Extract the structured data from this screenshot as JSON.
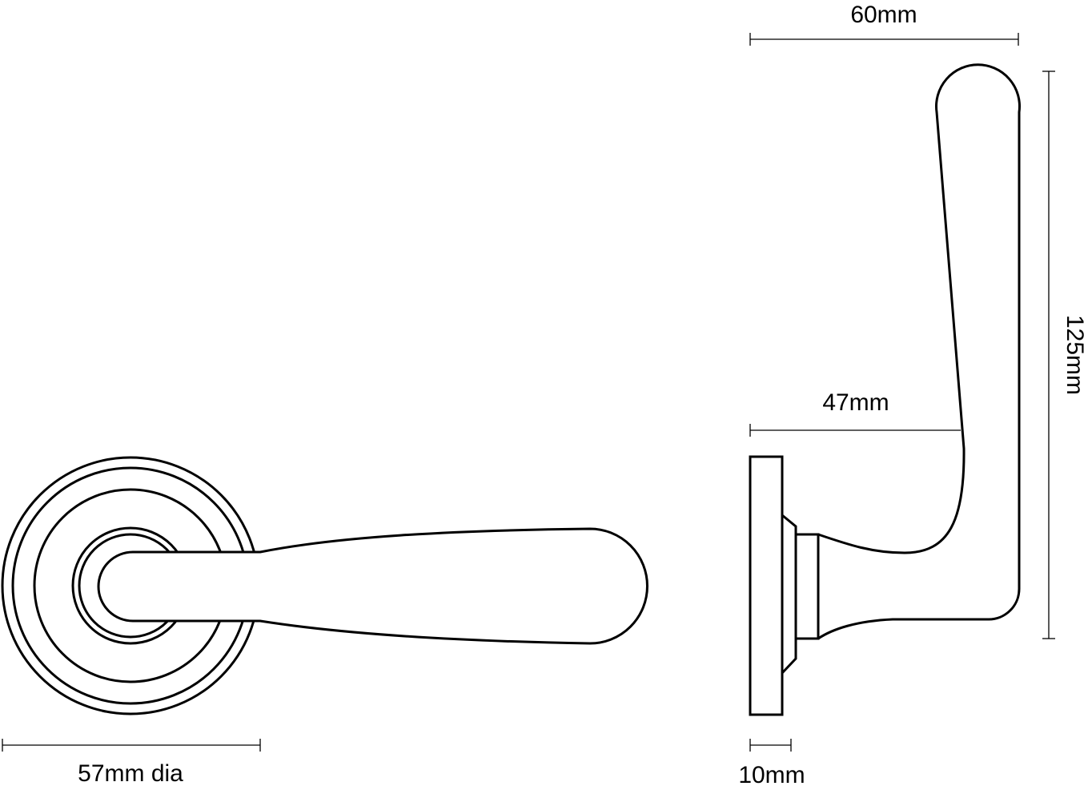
{
  "colors": {
    "line": "#000000",
    "background": "#ffffff"
  },
  "dimensions": {
    "width_60": "60mm",
    "height_125": "125mm",
    "projection_47": "47mm",
    "rose_depth_10": "10mm",
    "rose_diameter": "57mm dia"
  }
}
